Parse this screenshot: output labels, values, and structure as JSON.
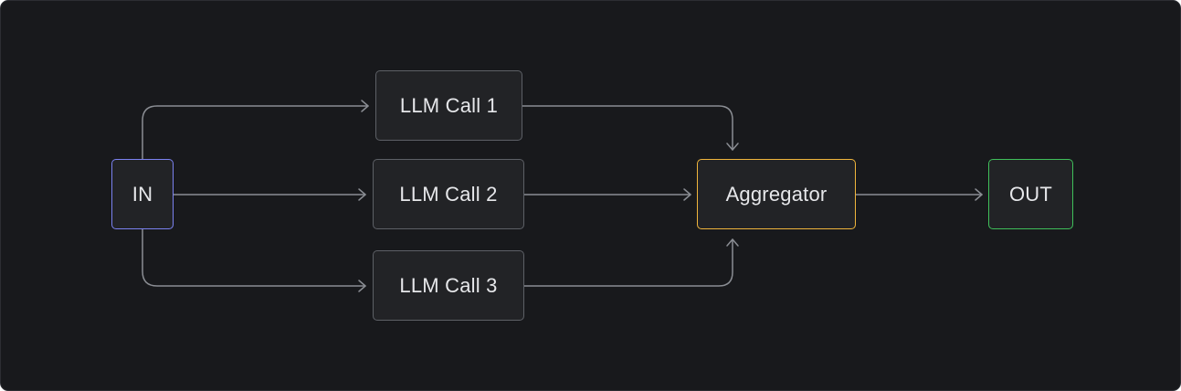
{
  "diagram": {
    "background": "#18191c",
    "edge_color": "#8a8d93",
    "nodes": {
      "input": {
        "label": "IN",
        "border_color": "#7b82f0"
      },
      "llm_call_1": {
        "label": "LLM Call 1",
        "border_color": "#5d6066"
      },
      "llm_call_2": {
        "label": "LLM Call 2",
        "border_color": "#5d6066"
      },
      "llm_call_3": {
        "label": "LLM Call 3",
        "border_color": "#5d6066"
      },
      "aggregator": {
        "label": "Aggregator",
        "border_color": "#f0b53c"
      },
      "output": {
        "label": "OUT",
        "border_color": "#3fbf5a"
      }
    },
    "edges": [
      {
        "from": "input",
        "to": "llm_call_1"
      },
      {
        "from": "input",
        "to": "llm_call_2"
      },
      {
        "from": "input",
        "to": "llm_call_3"
      },
      {
        "from": "llm_call_1",
        "to": "aggregator"
      },
      {
        "from": "llm_call_2",
        "to": "aggregator"
      },
      {
        "from": "llm_call_3",
        "to": "aggregator"
      },
      {
        "from": "aggregator",
        "to": "output"
      }
    ]
  }
}
